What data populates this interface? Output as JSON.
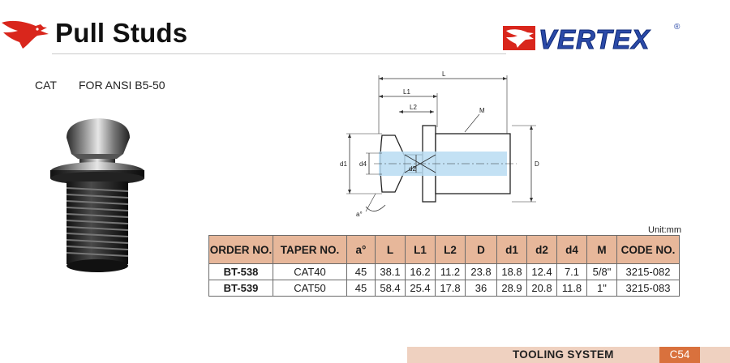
{
  "header": {
    "title": "Pull Studs",
    "brand": "VERTEX",
    "brand_mark": "®"
  },
  "subtitle": {
    "taper_type": "CAT",
    "standard": "FOR ANSI B5-50"
  },
  "diagram": {
    "labels": {
      "L": "L",
      "L1": "L1",
      "L2": "L2",
      "M": "M",
      "D": "D",
      "d1": "d1",
      "d2": "d2",
      "d4": "d4",
      "a": "a°"
    }
  },
  "unit": "Unit:mm",
  "table": {
    "headers": [
      "ORDER NO.",
      "TAPER NO.",
      "a°",
      "L",
      "L1",
      "L2",
      "D",
      "d1",
      "d2",
      "d4",
      "M",
      "CODE NO."
    ],
    "rows": [
      [
        "BT-538",
        "CAT40",
        "45",
        "38.1",
        "16.2",
        "11.2",
        "23.8",
        "18.8",
        "12.4",
        "7.1",
        "5/8\"",
        "3215-082"
      ],
      [
        "BT-539",
        "CAT50",
        "45",
        "58.4",
        "25.4",
        "17.8",
        "36",
        "28.9",
        "20.8",
        "11.8",
        "1\"",
        "3215-083"
      ]
    ]
  },
  "footer": {
    "system": "TOOLING SYSTEM",
    "page_code": "C54"
  },
  "colors": {
    "header_red": "#d9261c",
    "table_header": "#e7b79a",
    "footer_band": "#efd1c0",
    "footer_code": "#d9713d",
    "brand_blue": "#2b4aa8",
    "diagram_fill": "#b9dcf2"
  }
}
